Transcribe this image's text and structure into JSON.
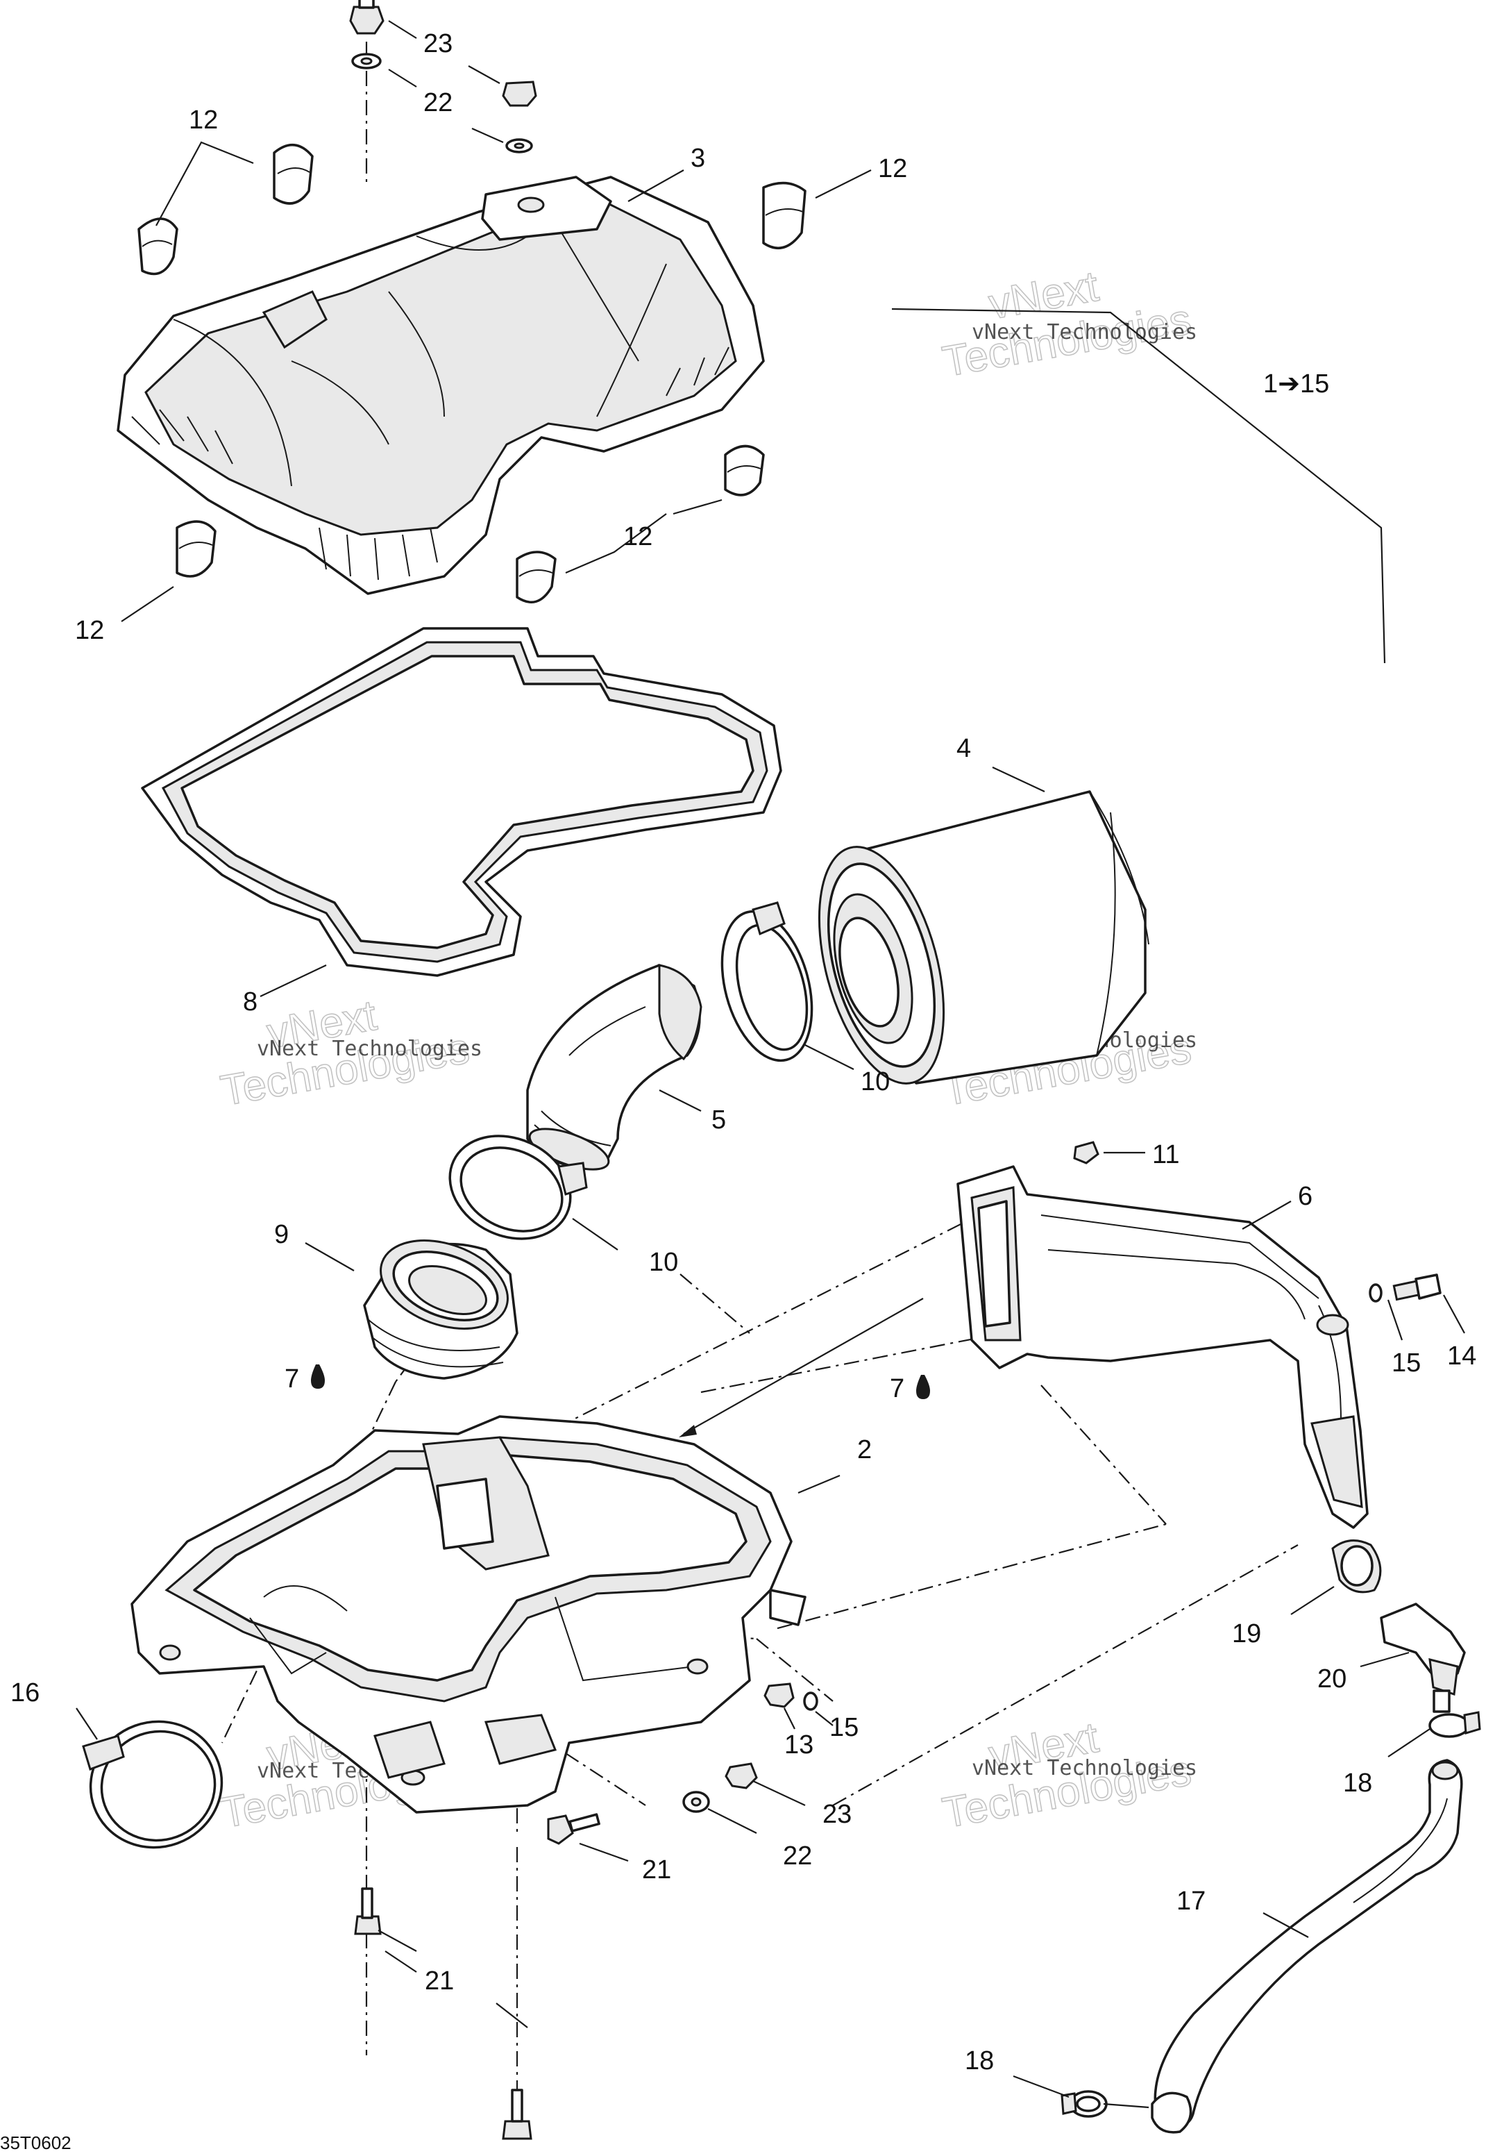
{
  "callouts": {
    "c23_top": "23",
    "c22_top": "22",
    "c3": "3",
    "c12_a": "12",
    "c12_b": "12",
    "c12_c": "12",
    "c12_d": "12",
    "c1_15": "1➔15",
    "c4": "4",
    "c8": "8",
    "c10_a": "10",
    "c5": "5",
    "c11": "11",
    "c6": "6",
    "c10_b": "10",
    "c9": "9",
    "c7_a": "7",
    "c7_b": "7",
    "c14": "14",
    "c15_a": "15",
    "c2": "2",
    "c19": "19",
    "c20": "20",
    "c16": "16",
    "c13": "13",
    "c15_b": "15",
    "c23_b": "23",
    "c22_b": "22",
    "c18_a": "18",
    "c21_a": "21",
    "c17": "17",
    "c21_b": "21",
    "c18_b": "18"
  },
  "watermark": {
    "line1": "vNext Technologies",
    "line2": "vNext",
    "line3": "Technologies"
  },
  "reference_code": "35T0602"
}
